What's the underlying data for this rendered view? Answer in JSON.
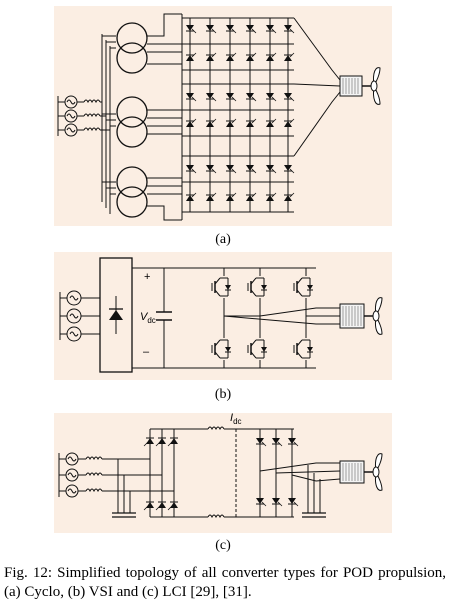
{
  "subfigures": {
    "a": {
      "label": "(a)"
    },
    "b": {
      "label": "(b)",
      "dc_plus": "+",
      "dc_minus": "–",
      "vdc_main": "V",
      "vdc_sub": "dc"
    },
    "c": {
      "label": "(c)",
      "idc_main": "I",
      "idc_sub": "dc"
    }
  },
  "caption": "Fig. 12: Simplified topology of all converter types for POD propulsion, (a) Cyclo, (b) VSI and (c) LCI [29], [31].",
  "colors": {
    "panel_background": "#fbeee3",
    "line": "#111111"
  },
  "icons": [
    "ac-source-icon",
    "transformer-icon",
    "thyristor-icon",
    "diode-bridge-icon",
    "igbt-icon",
    "capacitor-icon",
    "inductor-icon",
    "motor-icon",
    "propeller-icon"
  ]
}
